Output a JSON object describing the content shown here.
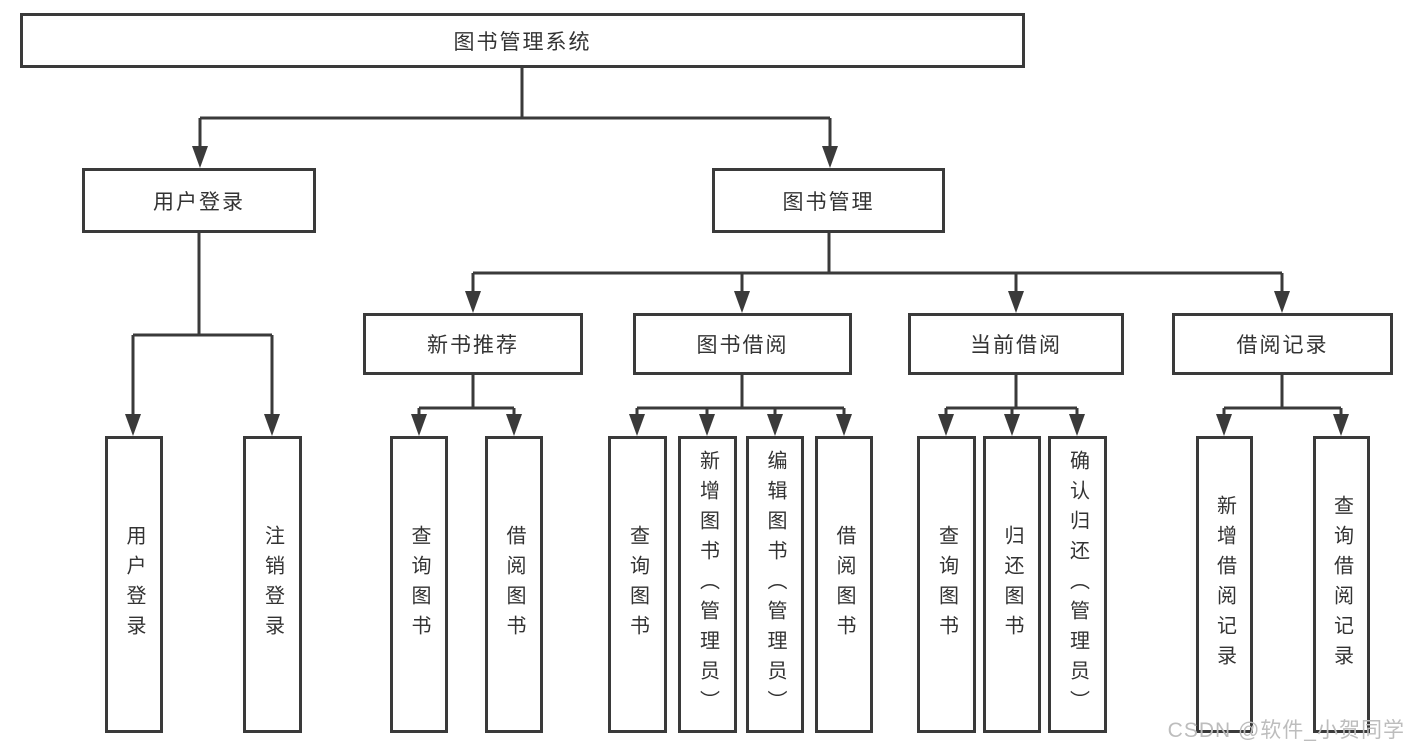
{
  "diagram": {
    "root": {
      "label": "图书管理系统"
    },
    "branches": [
      {
        "label": "用户登录",
        "children": [
          {
            "label": "用户登录"
          },
          {
            "label": "注销登录"
          }
        ]
      },
      {
        "label": "图书管理",
        "children": [
          {
            "label": "新书推荐",
            "children": [
              {
                "label": "查询图书"
              },
              {
                "label": "借阅图书"
              }
            ]
          },
          {
            "label": "图书借阅",
            "children": [
              {
                "label": "查询图书"
              },
              {
                "label": "新增图书（管理员）"
              },
              {
                "label": "编辑图书（管理员）"
              },
              {
                "label": "借阅图书"
              }
            ]
          },
          {
            "label": "当前借阅",
            "children": [
              {
                "label": "查询图书"
              },
              {
                "label": "归还图书"
              },
              {
                "label": "确认归还（管理员）"
              }
            ]
          },
          {
            "label": "借阅记录",
            "children": [
              {
                "label": "新增借阅记录"
              },
              {
                "label": "查询借阅记录"
              }
            ]
          }
        ]
      }
    ]
  },
  "watermark": "CSDN @软件_小贺同学",
  "colors": {
    "line": "#3a3a3a",
    "text": "#333333",
    "watermark": "#bdbdbd",
    "background": "#ffffff"
  }
}
